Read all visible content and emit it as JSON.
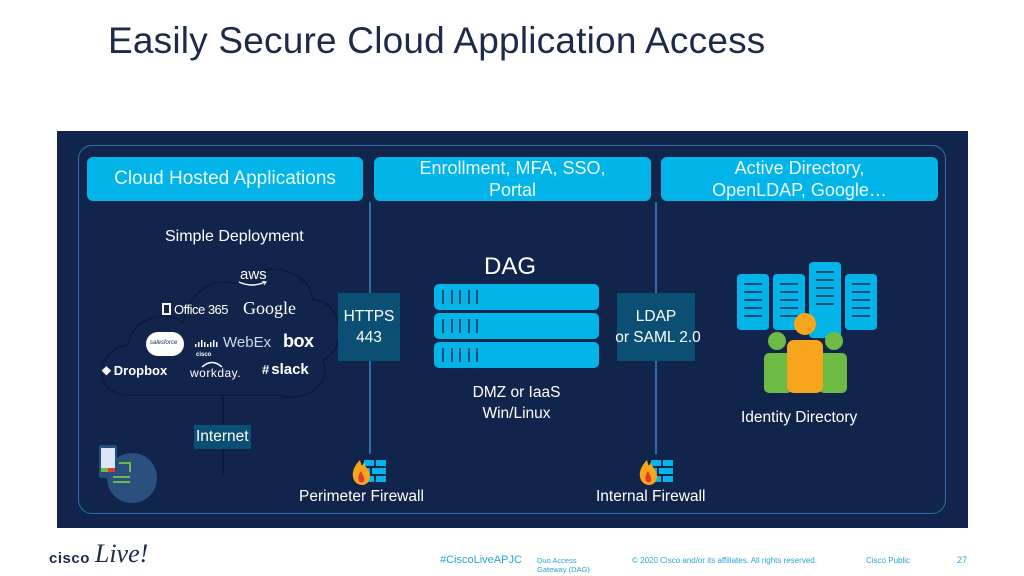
{
  "slide": {
    "title": "Easily Secure Cloud Application Access"
  },
  "columns": [
    {
      "header": "Cloud Hosted Applications"
    },
    {
      "header_line1": "Enrollment, MFA, SSO,",
      "header_line2": "Portal"
    },
    {
      "header_line1": "Active Directory,",
      "header_line2": "OpenLDAP, Google…"
    }
  ],
  "cloud_apps": {
    "subtitle": "Simple Deployment",
    "logos": [
      "aws",
      "Office 365",
      "Google",
      "salesforce",
      "cisco",
      "WebEx",
      "box",
      "Dropbox",
      "workday.",
      "slack"
    ],
    "internet_label": "Internet"
  },
  "connections": {
    "https_line1": "HTTPS",
    "https_line2": "443",
    "ldap_line1": "LDAP",
    "ldap_line2": "or SAML 2.0"
  },
  "dag": {
    "title": "DAG",
    "subtitle_line1": "DMZ or IaaS",
    "subtitle_line2": "Win/Linux",
    "server_count": 3
  },
  "identity": {
    "label": "Identity Directory"
  },
  "firewalls": {
    "perimeter": "Perimeter Firewall",
    "internal": "Internal Firewall"
  },
  "footer": {
    "brand_word": "cisco",
    "brand_script": "Live!",
    "hashtag": "#CiscoLiveAPJC",
    "session_line1": "Duo Access",
    "session_line2": "Gateway (DAG)",
    "copyright": "© 2020  Cisco and/or its affiliates. All rights reserved.",
    "classification": "Cisco Public",
    "page_number": "27"
  },
  "colors": {
    "panel_bg": "#11254c",
    "accent_cyan": "#02b4e8",
    "port_box": "#0b4f74",
    "title_text": "#1d2a4a",
    "footer_text": "#2ba4da",
    "person_orange": "#f7a51c",
    "person_green": "#6dbb45"
  }
}
